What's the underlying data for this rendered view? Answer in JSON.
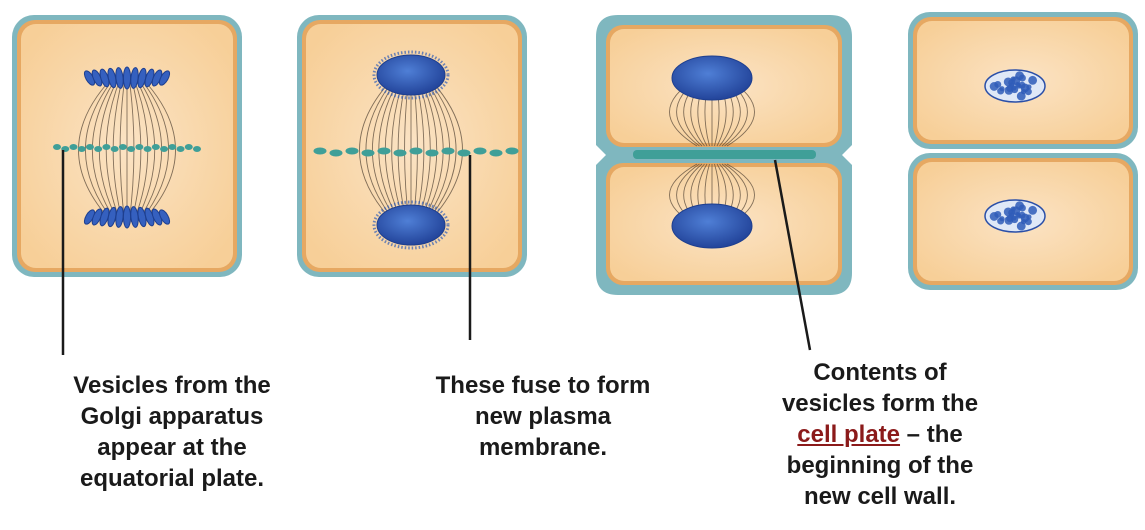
{
  "colors": {
    "cell_wall": "#7fb7bf",
    "cytoplasm": "#f7cf98",
    "cytoplasm_center": "#fbe3c4",
    "membrane": "#e6a862",
    "nucleus": "#2f5cb8",
    "chromosome": "#3560bf",
    "vesicle": "#3f9f98",
    "spindle": "#5a4a3a",
    "pointer": "#1a1a1a",
    "highlight_term": "#8b1a1a"
  },
  "captions": [
    {
      "lines": [
        "Vesicles from the",
        "Golgi apparatus",
        "appear at the",
        "equatorial plate."
      ]
    },
    {
      "lines": [
        "These fuse to form",
        "new plasma",
        "membrane."
      ]
    },
    {
      "line1": "Contents of",
      "line2": "vesicles form the",
      "term": "cell plate",
      "line3_rest": " – the",
      "line4": "beginning of the",
      "line5": "new cell wall."
    }
  ]
}
